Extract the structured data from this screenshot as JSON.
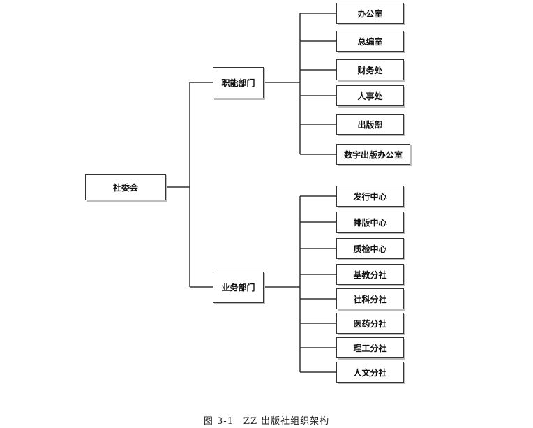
{
  "org_chart": {
    "root": {
      "label": "社委会",
      "children": [
        {
          "label": "职能部门",
          "children": [
            "办公室",
            "总编室",
            "财务处",
            "人事处",
            "出版部",
            "数字出版办公室"
          ]
        },
        {
          "label": "业务部门",
          "children": [
            "发行中心",
            "排版中心",
            "质检中心",
            "基教分社",
            "社科分社",
            "医药分社",
            "理工分社",
            "人文分社"
          ]
        }
      ]
    },
    "caption": "图 3-1　ZZ 出版社组织架构",
    "line_color": "#333333",
    "box_border_color": "#333333",
    "box_shadow_color": "#bdbdbd"
  }
}
